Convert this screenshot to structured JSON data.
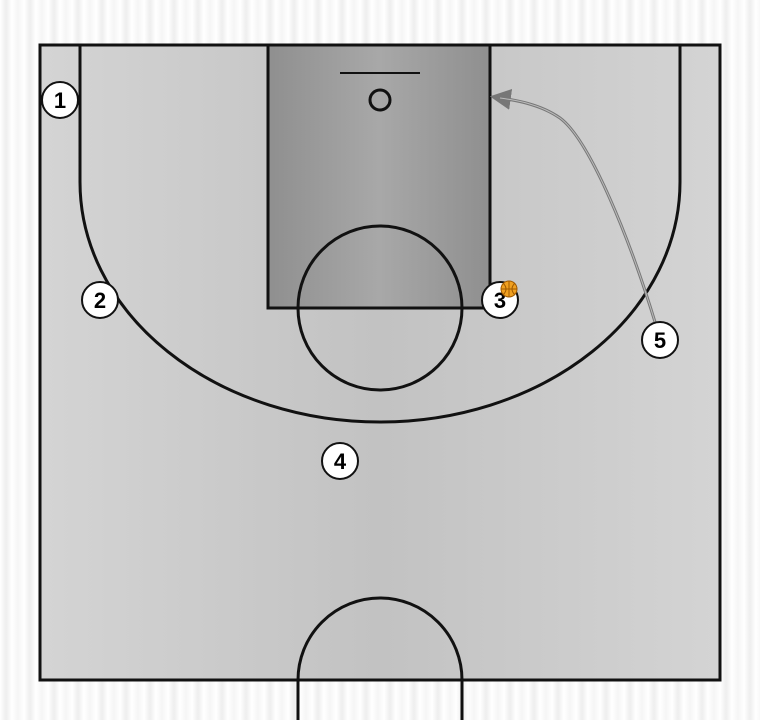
{
  "diagram": {
    "court_color": "#cccccc",
    "paint_color": "#999999",
    "line_color": "#111111",
    "cut_arrow_color": "#777777",
    "ball_color": "#f0a020",
    "players": [
      {
        "id": "p1",
        "label": "1"
      },
      {
        "id": "p2",
        "label": "2"
      },
      {
        "id": "p3",
        "label": "3",
        "has_ball": true
      },
      {
        "id": "p4",
        "label": "4"
      },
      {
        "id": "p5",
        "label": "5"
      }
    ]
  }
}
